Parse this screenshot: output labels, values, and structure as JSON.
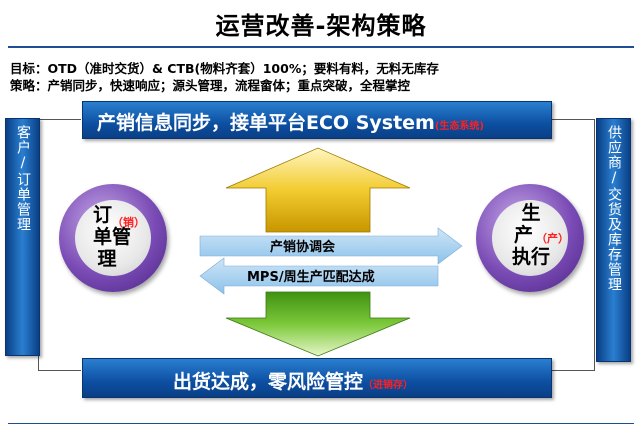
{
  "title": "运营改善-架构策略",
  "goal_line": "目标：OTD（准时交货）& CTB(物料齐套）100%；要料有料，无料无库存",
  "strategy_line": "策略：产销同步，快速响应；源头管理，流程畲体；重点突破，全程掌控",
  "top_bar": {
    "text": "产销信息同步，接单平台ECO System",
    "note": "(生态系统)"
  },
  "bottom_bar": {
    "text": "出货达成，零风险管控",
    "note": "（进销存）"
  },
  "left_side": "客户/订单管理",
  "right_side": "供应商/交货及库存管理",
  "left_circle": {
    "line1": "订",
    "line2": "单管",
    "line3": "理",
    "tag": "（销）"
  },
  "right_circle": {
    "line1": "生",
    "line2": "产",
    "line3": "执行",
    "tag": "（产）"
  },
  "band_right": "产销协调会",
  "band_left": "MPS/周生产匹配达成",
  "colors": {
    "bar_blue": "#0d4fa2",
    "up_arrow": "#d9a800",
    "down_arrow": "#5cae1e",
    "circle_purple": "#7a4bb5",
    "note_red": "#ff2020"
  }
}
